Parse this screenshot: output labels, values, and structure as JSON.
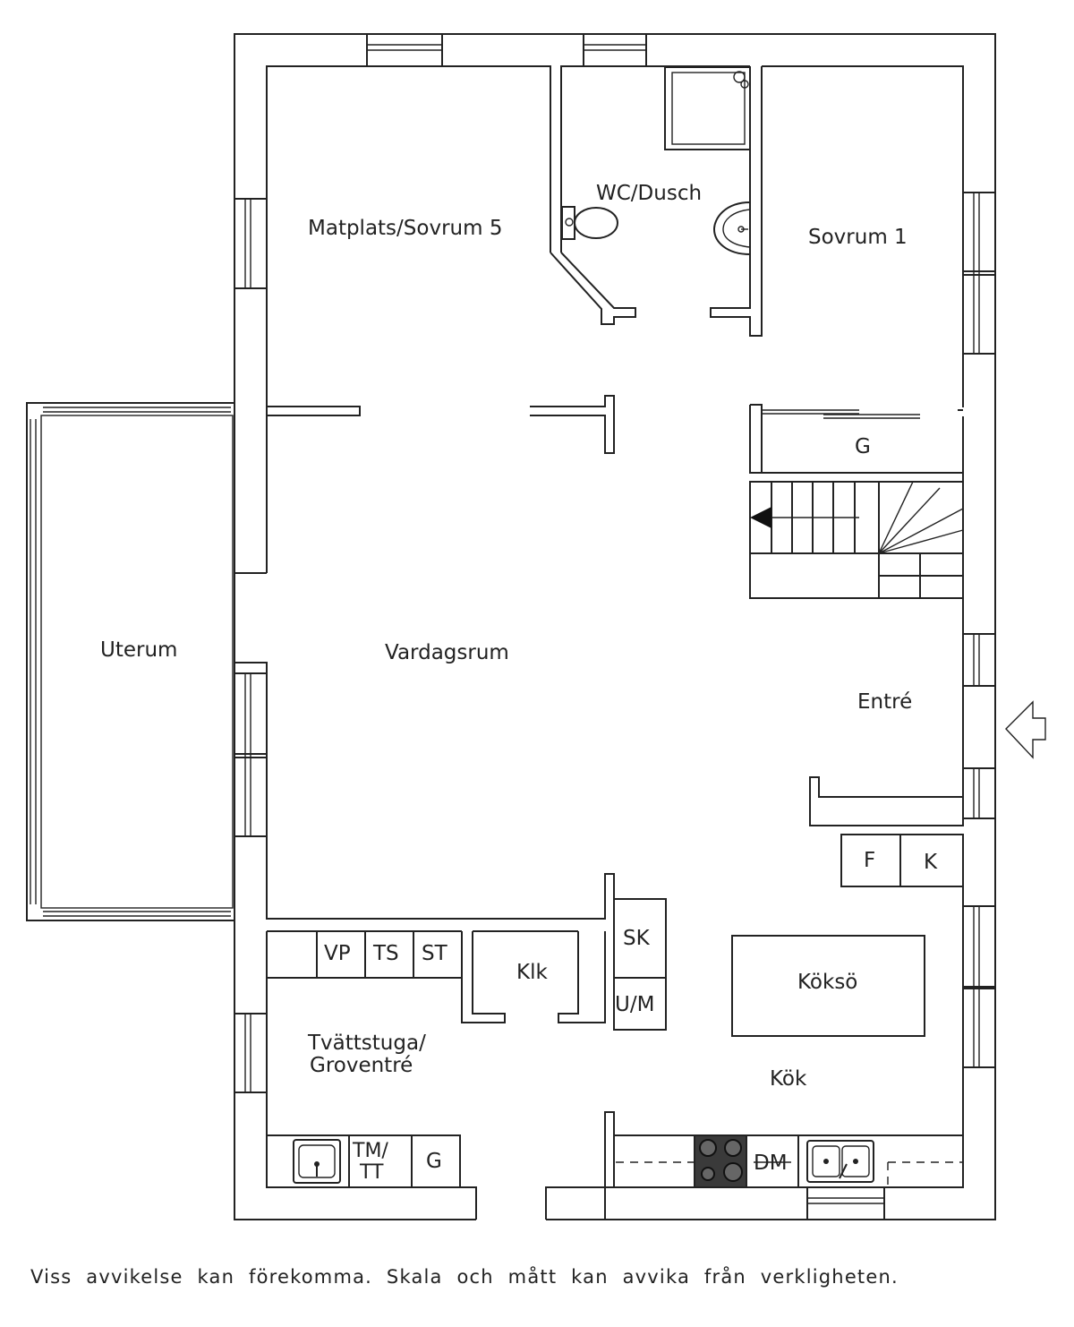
{
  "rooms": {
    "matplats": "Matplats/Sovrum  5",
    "wc": "WC/Dusch",
    "sovrum1": "Sovrum  1",
    "uterum": "Uterum",
    "vardagsrum": "Vardagsrum",
    "entre": "Entré",
    "kok": "Kök",
    "koksö": "Köksö",
    "tvatt_line1": "Tvättstuga/",
    "tvatt_line2": "Groventré",
    "klk": "Klk"
  },
  "fixtures": {
    "g_closet": "G",
    "g_laundry": "G",
    "f": "F",
    "k": "K",
    "sk": "SK",
    "um": "U/M",
    "vp": "VP",
    "ts": "TS",
    "st": "ST",
    "tm": "TM/",
    "tt": "TT",
    "dm": "DM"
  },
  "icons": [
    "entrance-arrow-icon",
    "stair-direction-arrow-icon",
    "toilet-icon",
    "washbasin-icon",
    "shower-icon",
    "stove-icon",
    "kitchen-sink-icon",
    "laundry-sink-icon"
  ],
  "colors": {
    "line": "#222222",
    "stove": "#3a3a3a",
    "background": "#ffffff"
  },
  "footer": {
    "disclaimer": "Viss avvikelse kan förekomma. Skala och mått kan avvika från verkligheten."
  }
}
